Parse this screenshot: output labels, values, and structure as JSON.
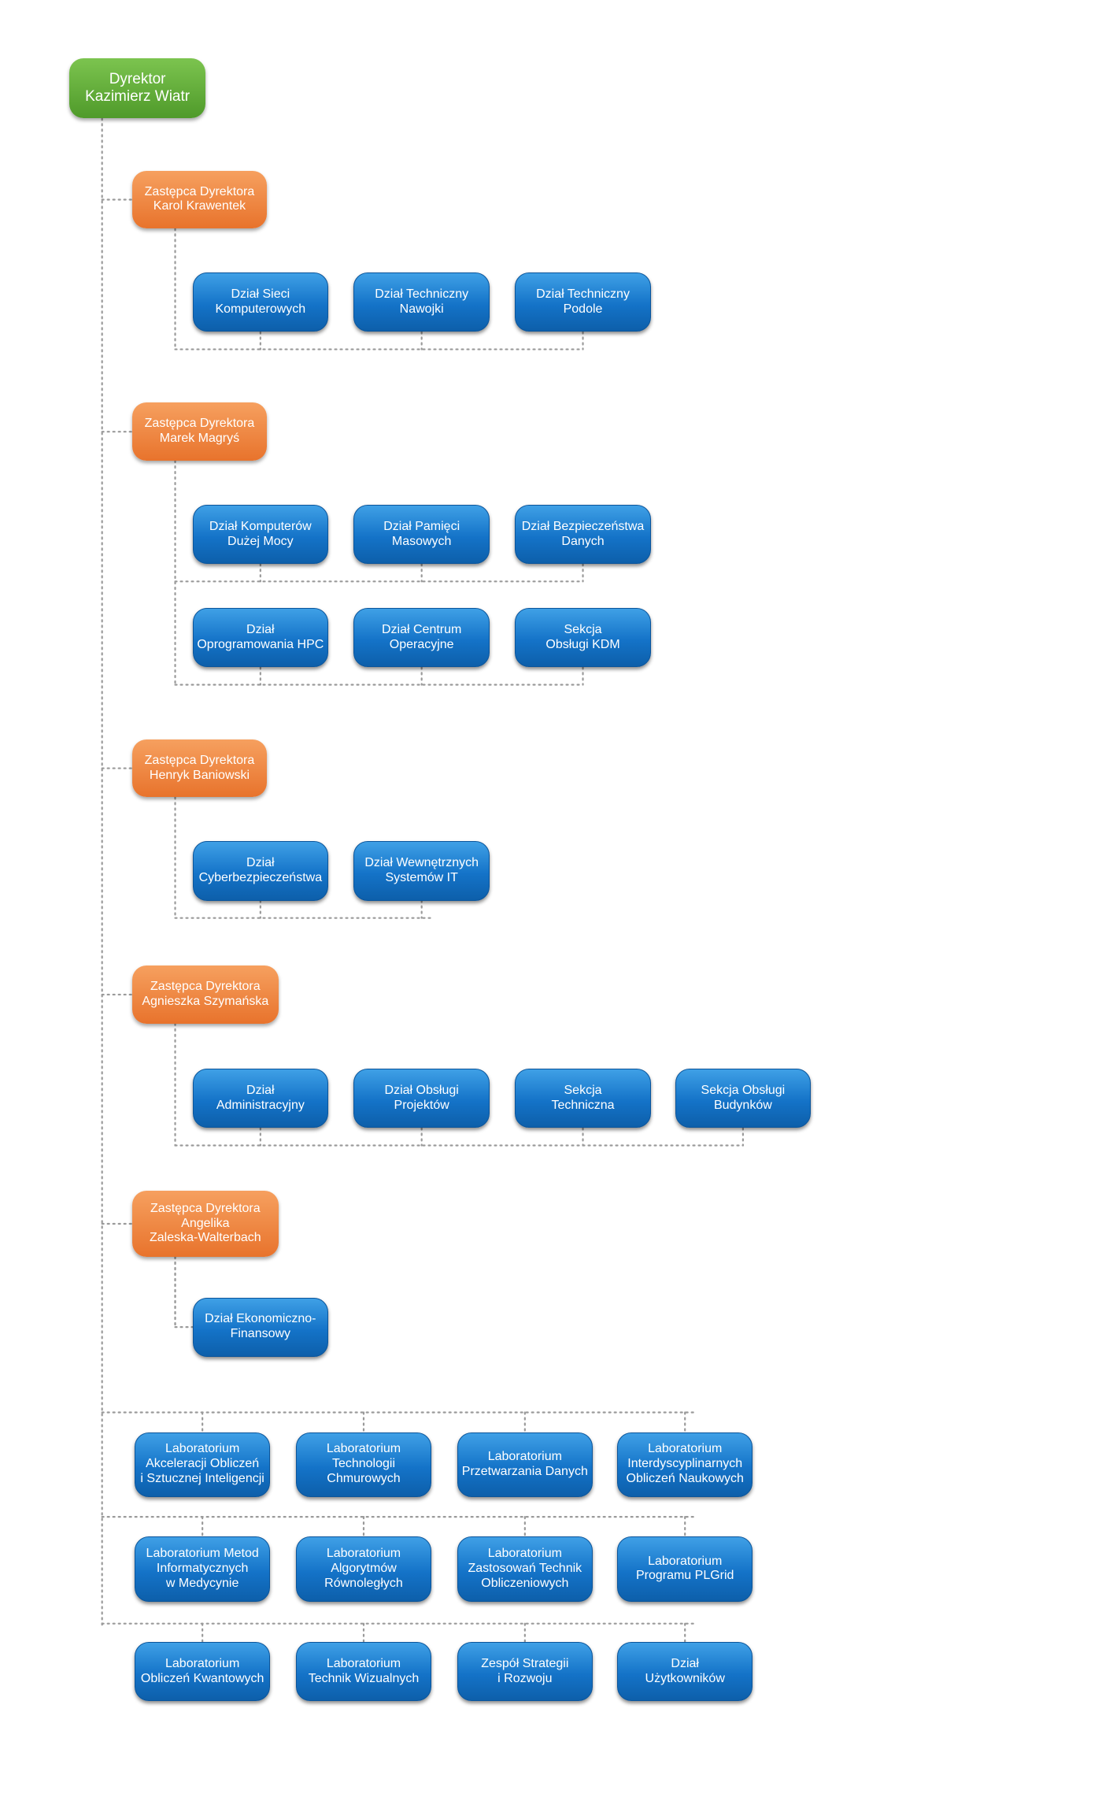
{
  "colors": {
    "director": "#5aa832",
    "deputy": "#ef8440",
    "unit": "#1577cc",
    "connector": "#9a9a9a"
  },
  "director": {
    "lines": [
      "Dyrektor",
      "Kazimierz Wiatr"
    ]
  },
  "deputies": [
    {
      "lines": [
        "Zastępca Dyrektora",
        "Karol Krawentek"
      ],
      "units": [
        {
          "lines": [
            "Dział Sieci",
            "Komputerowych"
          ]
        },
        {
          "lines": [
            "Dział Techniczny",
            "Nawojki"
          ]
        },
        {
          "lines": [
            "Dział Techniczny",
            "Podole"
          ]
        }
      ]
    },
    {
      "lines": [
        "Zastępca Dyrektora",
        "Marek Magryś"
      ],
      "units": [
        {
          "lines": [
            "Dział Komputerów",
            "Dużej Mocy"
          ]
        },
        {
          "lines": [
            "Dział Pamięci",
            "Masowych"
          ]
        },
        {
          "lines": [
            "Dział Bezpieczeństwa",
            "Danych"
          ]
        },
        {
          "lines": [
            "Dział",
            "Oprogramowania HPC"
          ]
        },
        {
          "lines": [
            "Dział Centrum",
            "Operacyjne"
          ]
        },
        {
          "lines": [
            "Sekcja",
            "Obsługi KDM"
          ]
        }
      ]
    },
    {
      "lines": [
        "Zastępca Dyrektora",
        "Henryk Baniowski"
      ],
      "units": [
        {
          "lines": [
            "Dział",
            "Cyberbezpieczeństwa"
          ]
        },
        {
          "lines": [
            "Dział Wewnętrznych",
            "Systemów IT"
          ]
        }
      ]
    },
    {
      "lines": [
        "Zastępca Dyrektora",
        "Agnieszka Szymańska"
      ],
      "units": [
        {
          "lines": [
            "Dział",
            "Administracyjny"
          ]
        },
        {
          "lines": [
            "Dział Obsługi",
            "Projektów"
          ]
        },
        {
          "lines": [
            "Sekcja",
            "Techniczna"
          ]
        },
        {
          "lines": [
            "Sekcja Obsługi",
            "Budynków"
          ]
        }
      ]
    },
    {
      "lines": [
        "Zastępca Dyrektora",
        "Angelika",
        "Zaleska-Walterbach"
      ],
      "units": [
        {
          "lines": [
            "Dział Ekonomiczno-",
            "Finansowy"
          ]
        }
      ]
    }
  ],
  "labs": [
    {
      "lines": [
        "Laboratorium",
        "Akceleracji Obliczeń",
        "i Sztucznej Inteligencji"
      ]
    },
    {
      "lines": [
        "Laboratorium",
        "Technologii",
        "Chmurowych"
      ]
    },
    {
      "lines": [
        "Laboratorium",
        "Przetwarzania Danych"
      ]
    },
    {
      "lines": [
        "Laboratorium",
        "Interdyscyplinarnych",
        "Obliczeń Naukowych"
      ]
    },
    {
      "lines": [
        "Laboratorium Metod",
        "Informatycznych",
        "w Medycynie"
      ]
    },
    {
      "lines": [
        "Laboratorium",
        "Algorytmów",
        "Równoległych"
      ]
    },
    {
      "lines": [
        "Laboratorium",
        "Zastosowań Technik",
        "Obliczeniowych"
      ]
    },
    {
      "lines": [
        "Laboratorium",
        "Programu PLGrid"
      ]
    },
    {
      "lines": [
        "Laboratorium",
        "Obliczeń Kwantowych"
      ]
    },
    {
      "lines": [
        "Laboratorium",
        "Technik Wizualnych"
      ]
    },
    {
      "lines": [
        "Zespół Strategii",
        "i Rozwoju"
      ]
    },
    {
      "lines": [
        "Dział",
        "Użytkowników"
      ]
    }
  ]
}
